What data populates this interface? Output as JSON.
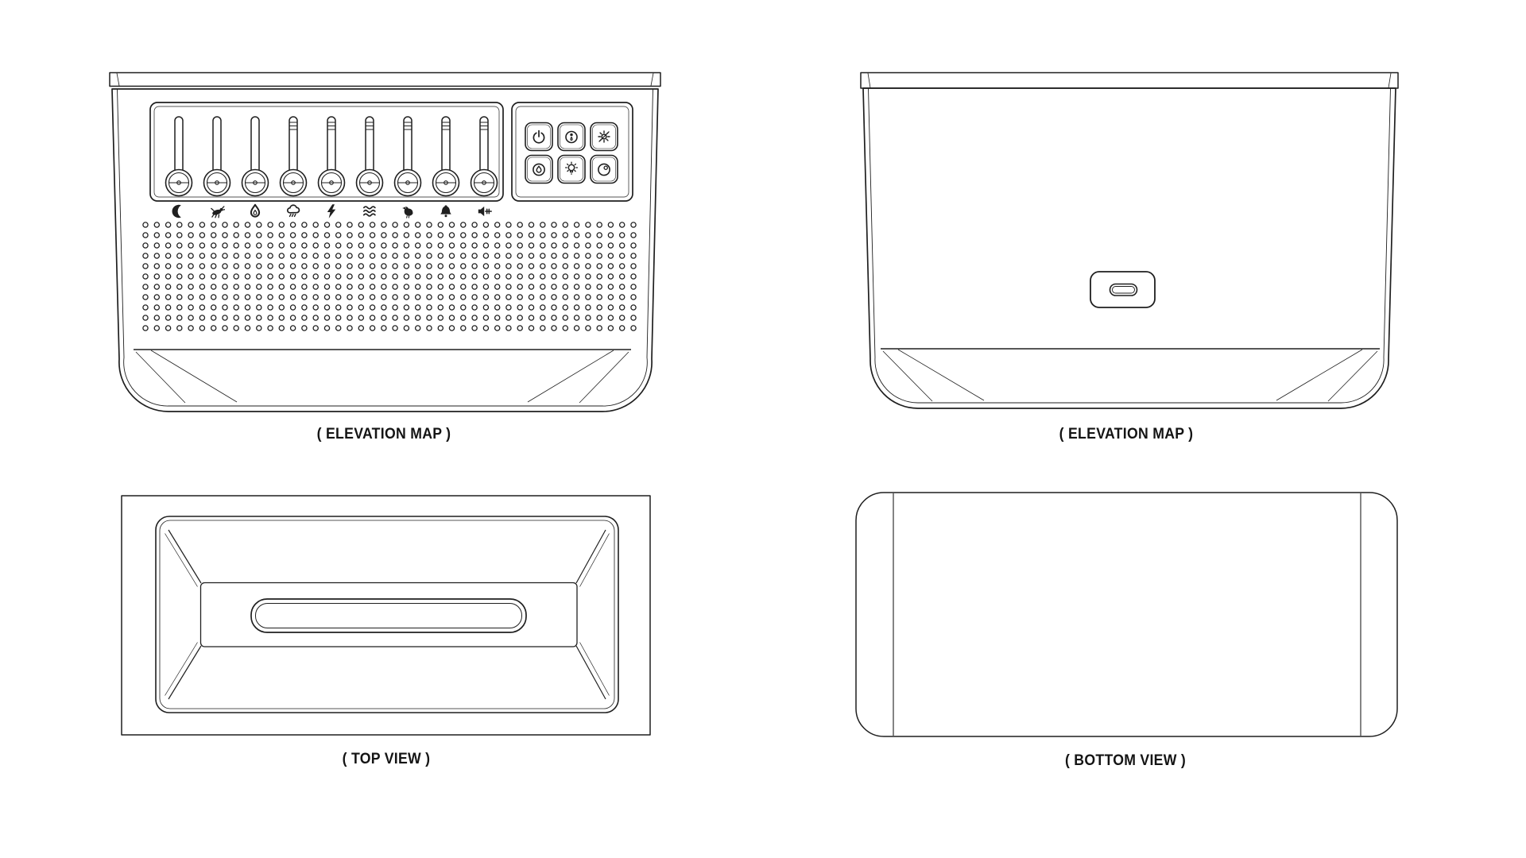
{
  "page": {
    "title": "Sound machine patent-style orthographic drawing",
    "background_color": "#ffffff",
    "line_color": "#1f1f1f"
  },
  "views": {
    "front": {
      "label": "( ELEVATION MAP )",
      "sliders": [
        {
          "icon": "moon",
          "ribbed": false
        },
        {
          "icon": "cricket",
          "ribbed": false
        },
        {
          "icon": "fire",
          "ribbed": false
        },
        {
          "icon": "rain",
          "ribbed": true
        },
        {
          "icon": "thunder",
          "ribbed": true
        },
        {
          "icon": "ocean-waves",
          "ribbed": true
        },
        {
          "icon": "bird",
          "ribbed": true
        },
        {
          "icon": "bell",
          "ribbed": true
        },
        {
          "icon": "volume",
          "ribbed": true
        }
      ],
      "buttons": [
        {
          "icon": "power"
        },
        {
          "icon": "sensor"
        },
        {
          "icon": "sun-brightness"
        },
        {
          "icon": "flame"
        },
        {
          "icon": "night-light"
        },
        {
          "icon": "clock"
        }
      ],
      "speaker_grille": {
        "rows": 11,
        "cols": 44
      }
    },
    "back": {
      "label": "( ELEVATION MAP )",
      "port": {
        "name": "usb-c-port"
      }
    },
    "top": {
      "label": "( TOP VIEW )"
    },
    "bottom": {
      "label": "( BOTTOM VIEW )"
    }
  }
}
